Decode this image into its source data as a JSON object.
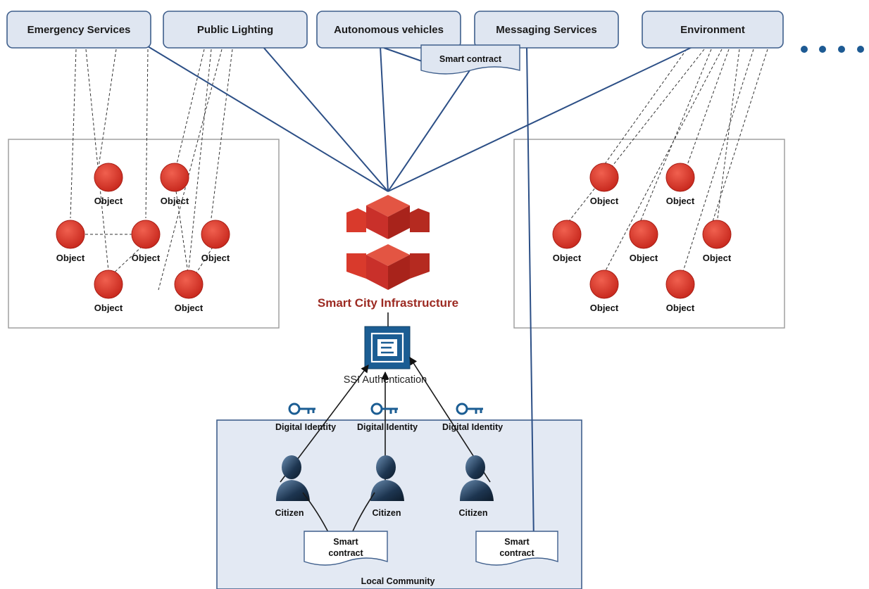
{
  "services": [
    {
      "label": "Emergency Services"
    },
    {
      "label": "Public Lighting"
    },
    {
      "label": "Autonomous vehicles"
    },
    {
      "label": "Messaging Services"
    },
    {
      "label": "Environment"
    }
  ],
  "top_contract_label": "Smart contract",
  "object_label": "Object",
  "infrastructure_label": "Smart City Infrastructure",
  "authentication_label": "SSI Authentication",
  "digital_identity_label": "Digital Identity",
  "citizen_label": "Citizen",
  "contract_line1": "Smart",
  "contract_line2": "contract",
  "community_label": "Local Community",
  "colors": {
    "service_fill": "#dfe6f1",
    "service_border": "#3f5f8c",
    "object_red": "#e0382b",
    "infra_red": "#d93a2c",
    "infra_label": "#9c2a22",
    "auth_blue": "#1b5d93",
    "dots": "#1d5a93"
  },
  "icons": [
    "object-circle-icon",
    "aws-cubes-icon",
    "ssi-shield-icon",
    "key-icon",
    "citizen-person-icon",
    "more-dots-icon"
  ]
}
